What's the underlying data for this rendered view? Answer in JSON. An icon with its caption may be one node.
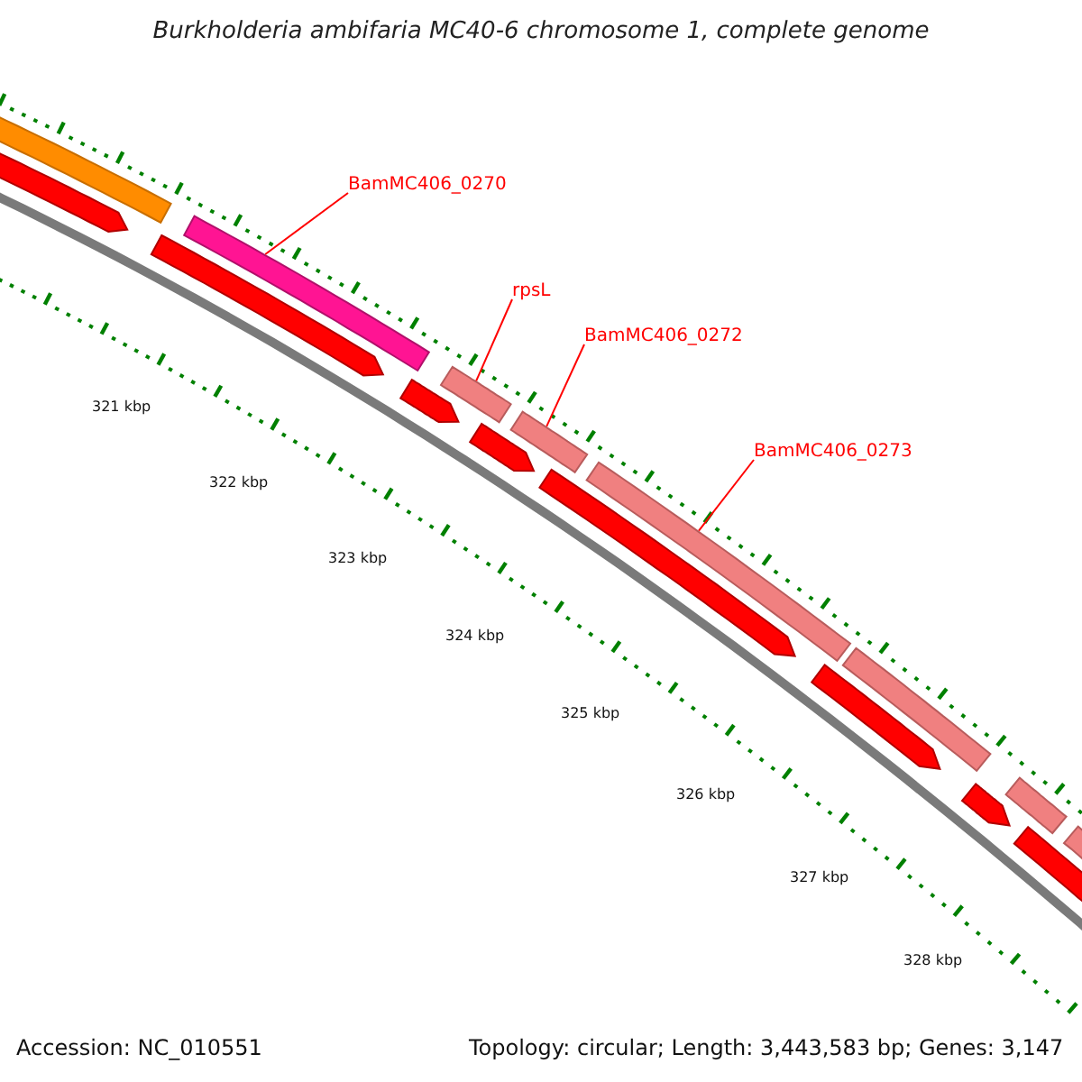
{
  "diagram": {
    "title": "Burkholderia ambifaria MC40-6 chromosome 1, complete genome",
    "nodes": [
      {
        "text": [
          "BamMC406_0270"
        ]
      },
      {
        "text": [],
        "shape": "bar"
      },
      {
        "text": [
          "rpsL"
        ]
      },
      {
        "text": [],
        "shape": "bar"
      },
      {
        "text": [
          "BamMC406_0272"
        ]
      },
      {
        "text": [],
        "shape": "bar"
      },
      {
        "text": [
          "BamMC406_0273"
        ]
      },
      {
        "text": [],
        "shape": "bar"
      },
      {
        "text": [],
        "shape": "bar"
      },
      {
        "text": [],
        "shape": "arrow"
      },
      {
        "text": [],
        "shape": "arrow"
      },
      {
        "text": [],
        "shape": "arrow"
      },
      {
        "text": [],
        "shape": "arrow"
      },
      {
        "text": [],
        "shape": "arrow"
      },
      {
        "text": [],
        "shape": "arrow"
      },
      {
        "text": [],
        "shape": "bar"
      },
      {
        "text": [],
        "shape": "arrow"
      },
      {
        "text": [],
        "shape": "bar"
      },
      {
        "text": [],
        "shape": "arrow"
      },
      {
        "text": [],
        "shape": "bar"
      }
    ],
    "edges": [
      {
        "from": 0,
        "to": 1,
        "arrow": "none"
      },
      {
        "from": 2,
        "to": 3,
        "arrow": "none"
      },
      {
        "from": 4,
        "to": 5,
        "arrow": "none"
      },
      {
        "from": 6,
        "to": 7,
        "arrow": "none"
      }
    ],
    "labels": [
      "321 kbp",
      "322 kbp",
      "323 kbp",
      "324 kbp",
      "325 kbp",
      "326 kbp",
      "327 kbp",
      "328 kbp",
      "Accession: NC_010551",
      "Topology: circular; Length: 3,443,583 bp; Genes: 3,147"
    ]
  }
}
